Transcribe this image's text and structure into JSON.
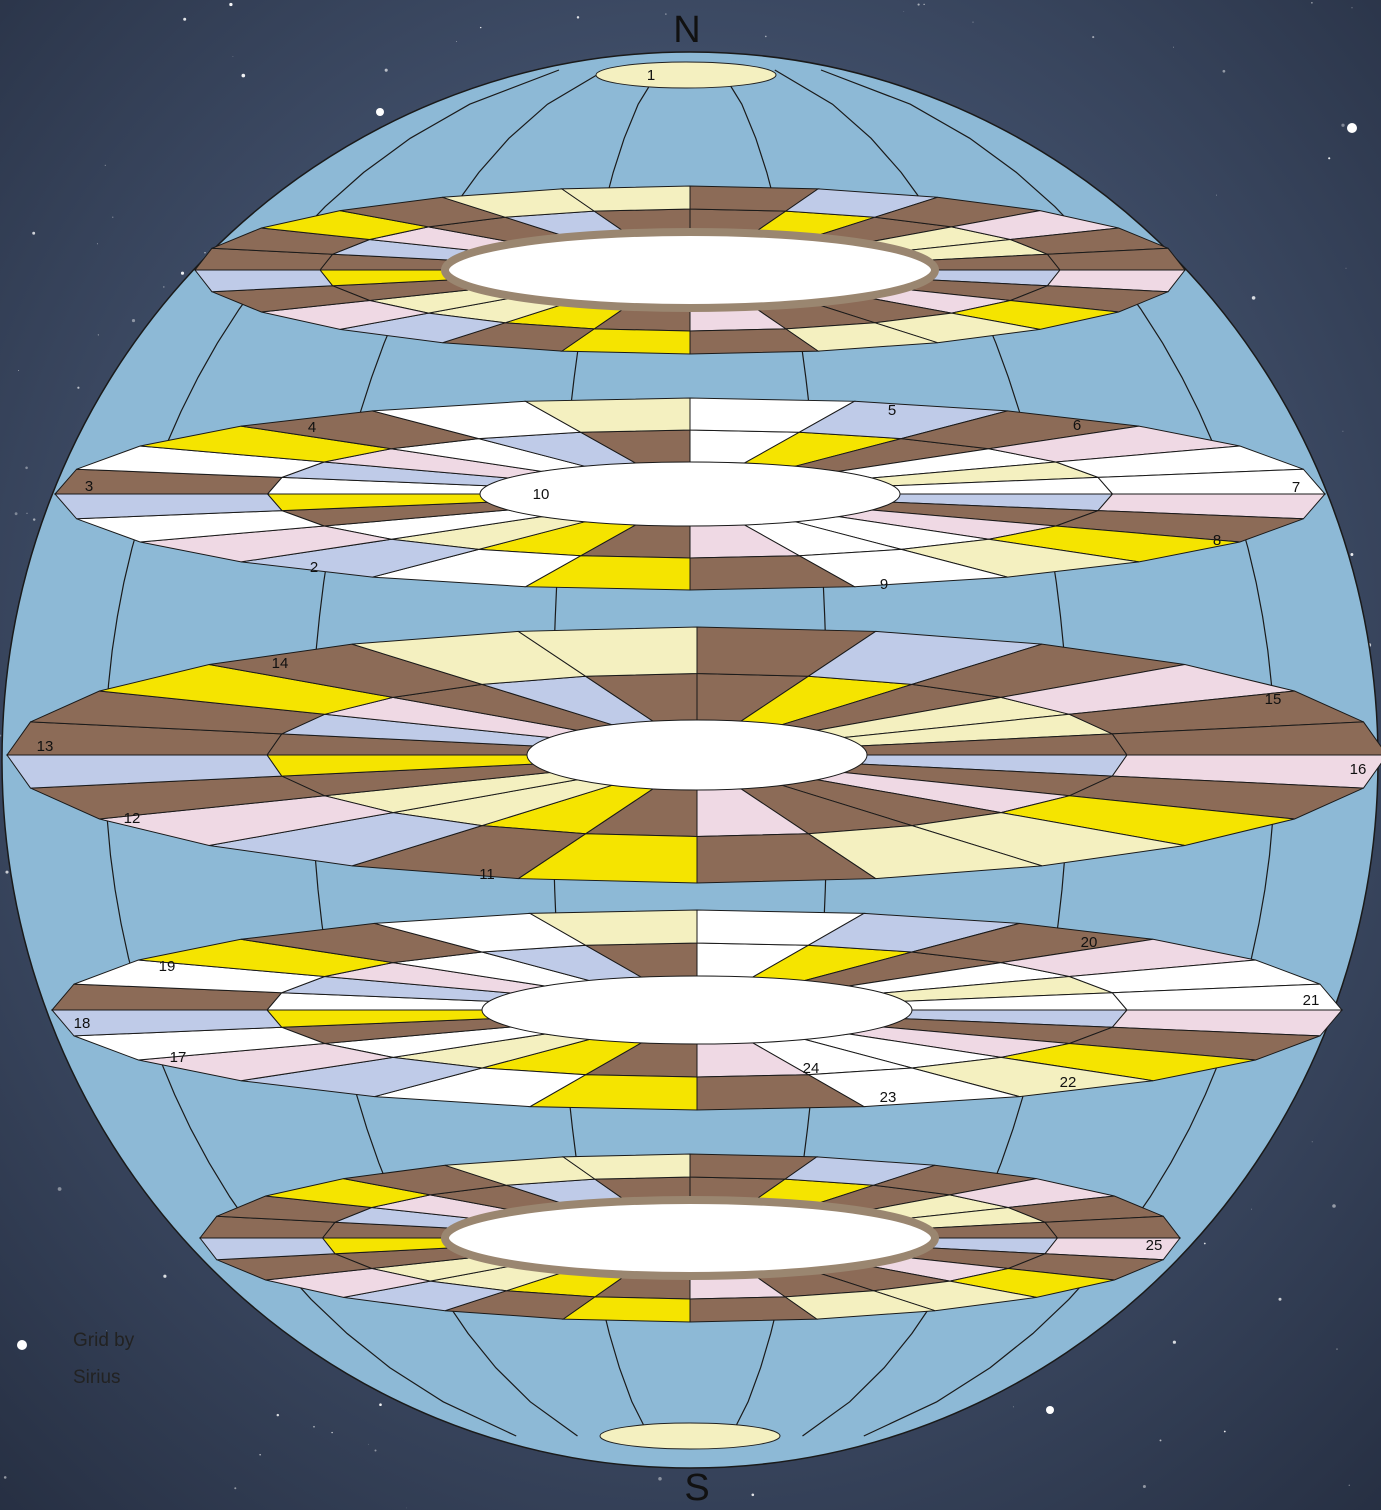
{
  "compass": {
    "north": "N",
    "south": "S"
  },
  "credit": {
    "line1": "Grid by",
    "line2": "Sirius"
  },
  "colors": {
    "space": "#2f3a4f",
    "globe": "#8db9d6",
    "brown": "#8c6b57",
    "yellow": "#f5e400",
    "cream": "#f4f0c0",
    "pink": "#efd9e4",
    "lavender": "#bfcbe8",
    "ice": "#d4e6f1",
    "white": "#ffffff",
    "rim": "#9a8670"
  },
  "labels": [
    "1",
    "2",
    "3",
    "4",
    "5",
    "6",
    "7",
    "8",
    "9",
    "10",
    "11",
    "12",
    "13",
    "14",
    "15",
    "16",
    "17",
    "18",
    "19",
    "20",
    "21",
    "22",
    "23",
    "24",
    "25"
  ]
}
